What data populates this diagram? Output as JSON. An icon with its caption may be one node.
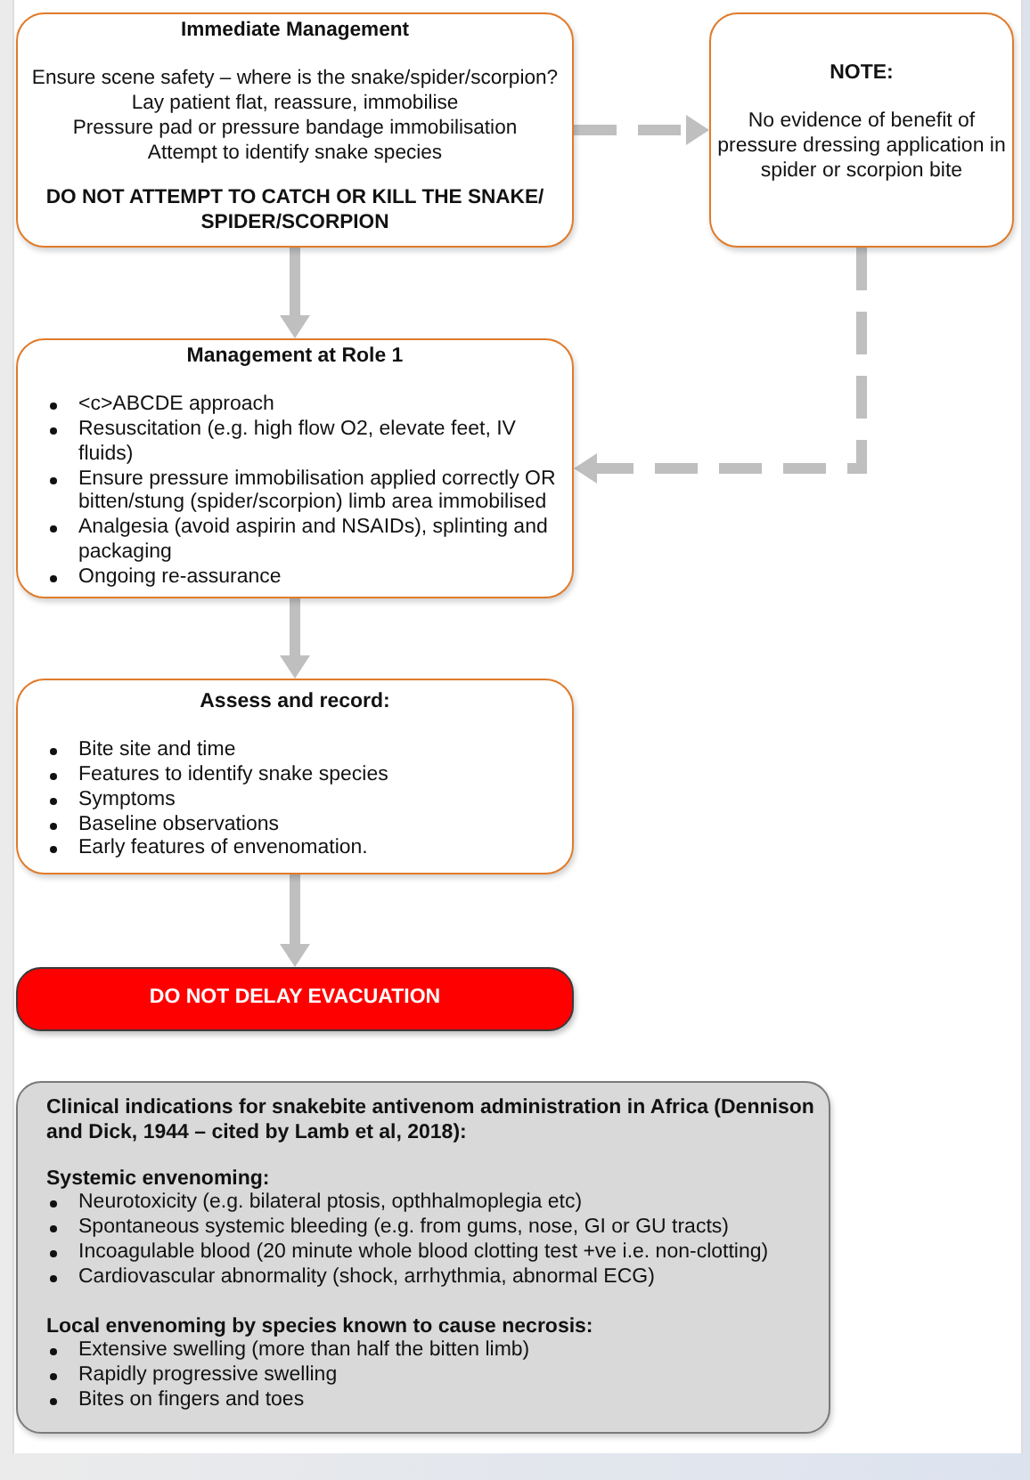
{
  "diagram": {
    "nodes": [
      {
        "text": [
          "Immediate Management",
          "Ensure scene safety – where is the snake/spider/scorpion?",
          "Lay patient flat, reassure, immobilise",
          "Pressure pad or pressure bandage immobilisation",
          "Attempt to identify snake species",
          "DO NOT ATTEMPT TO CATCH OR KILL THE SNAKE/ SPIDER/SCORPION"
        ]
      },
      {
        "text": [
          "NOTE:",
          "No evidence of benefit of pressure dressing application in spider or scorpion bite"
        ]
      },
      {
        "text": [
          "Management at Role 1",
          "<c>ABCDE approach",
          "Resuscitation (e.g. high flow O2, elevate feet, IV fluids)",
          "Ensure pressure immobilisation applied correctly OR bitten/stung (spider/scorpion) limb area immobilised",
          "Analgesia (avoid aspirin and NSAIDs), splinting and packaging",
          "Ongoing re-assurance"
        ]
      },
      {
        "text": [
          "Assess and record:",
          "Bite site and time",
          "Features to identify snake species",
          "Symptoms",
          "Baseline observations",
          "Early features of envenomation."
        ]
      },
      {
        "text": [
          "DO NOT DELAY EVACUATION"
        ]
      },
      {
        "text": [
          "Clinical indications for snakebite antivenom administration in Africa (Dennison and Dick, 1944 – cited by Lamb et al, 2018):",
          "Systemic envenoming:",
          "Neurotoxicity (e.g. bilateral ptosis, opthhalmoplegia etc)",
          "Spontaneous systemic bleeding (e.g. from gums, nose, GI or GU tracts)",
          "Incoagulable blood (20 minute whole blood clotting test +ve i.e. non-clotting)",
          "Cardiovascular abnormality (shock, arrhythmia, abnormal ECG)",
          "Local envenoming by species known to cause necrosis:",
          "Extensive swelling (more than half the bitten limb)",
          "Rapidly progressive swelling",
          "Bites on fingers and toes"
        ]
      }
    ],
    "edges": [
      {
        "from": 0,
        "to": 1,
        "arrow": "to",
        "style": "dashed"
      },
      {
        "from": 0,
        "to": 2,
        "arrow": "to"
      },
      {
        "from": 1,
        "to": 2,
        "arrow": "to",
        "style": "dashed"
      },
      {
        "from": 2,
        "to": 3,
        "arrow": "to"
      },
      {
        "from": 3,
        "to": 4,
        "arrow": "to"
      }
    ]
  }
}
